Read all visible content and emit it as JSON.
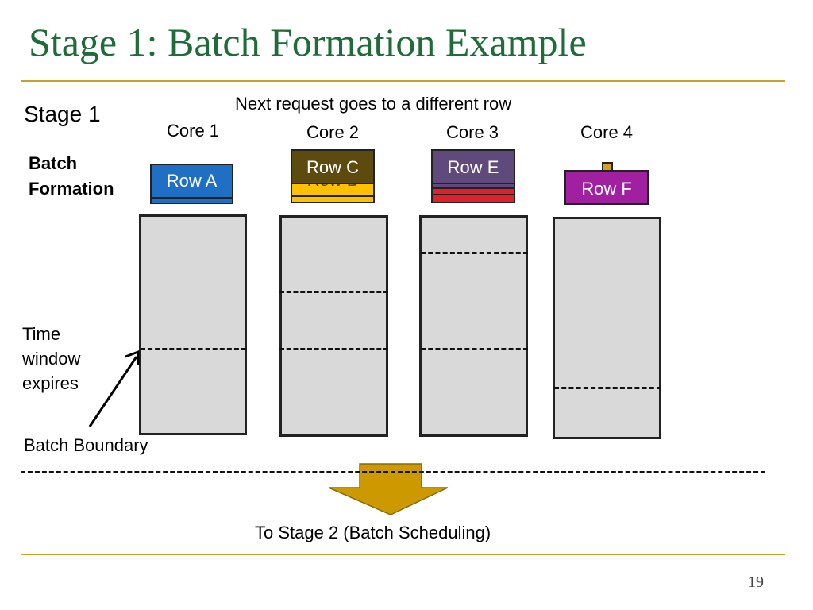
{
  "slide": {
    "title": "Stage 1: Batch Formation Example",
    "stage_label": "Stage 1",
    "batch_formation_label_line1": "Batch",
    "batch_formation_label_line2": "Formation",
    "annotation": "Next request goes to a different row",
    "time_window_line1": "Time",
    "time_window_line2": "window",
    "time_window_line3": "expires",
    "batch_boundary_label": "Batch Boundary",
    "next_stage_label": "To Stage 2 (Batch Scheduling)",
    "page_number": "19"
  },
  "cores": [
    {
      "label": "Core 1",
      "front_row": "Row A"
    },
    {
      "label": "Core 2",
      "front_row": "Row C",
      "hidden_row": "Row B"
    },
    {
      "label": "Core 3",
      "front_row": "Row E"
    },
    {
      "label": "Core 4",
      "front_row": "Row F"
    }
  ],
  "colors": {
    "title": "#1f6b3a",
    "rule": "#c9a227",
    "column_fill": "#d9d9d9",
    "arrow_fill": "#cc9900",
    "row_a": "#1f6fc5",
    "row_b": "#ffc000",
    "row_c": "#5c4a0f",
    "row_e": "#604a7b",
    "row_e_layers": "#e0202a",
    "row_f": "#a0209f",
    "core4_tab": "#d8a020"
  }
}
